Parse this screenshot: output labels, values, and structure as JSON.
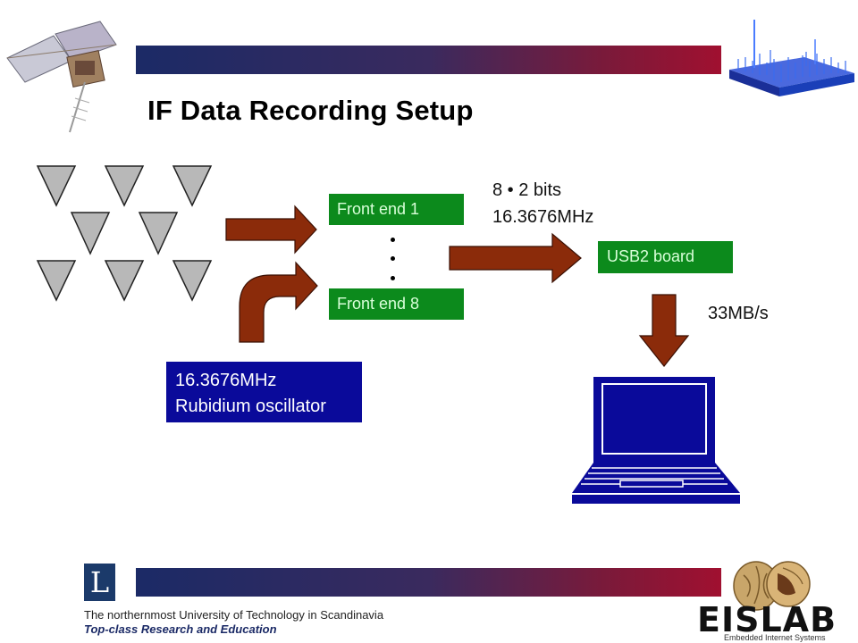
{
  "title": "IF Data Recording Setup",
  "front_end_top": "Front end 1",
  "front_end_bottom": "Front end 8",
  "bits_label": "8 • 2 bits",
  "freq_label": "16.3676MHz",
  "usb_board": "USB2 board",
  "rate": "33MB/s",
  "oscillator_freq": "16.3676MHz",
  "oscillator_name": "Rubidium oscillator",
  "footer": {
    "logo_letter": "L",
    "line1": "The northernmost University of Technology in Scandinavia",
    "line2": "Top-class Research and Education",
    "lab": "EISLAB",
    "lab_sub": "Embedded Internet Systems"
  },
  "colors": {
    "arrow": "#8b2b0a",
    "green_box": "#0c8a1c",
    "blue_box": "#0a0a9a",
    "laptop": "#0a0a9a",
    "antenna": "#b8b8b8"
  }
}
